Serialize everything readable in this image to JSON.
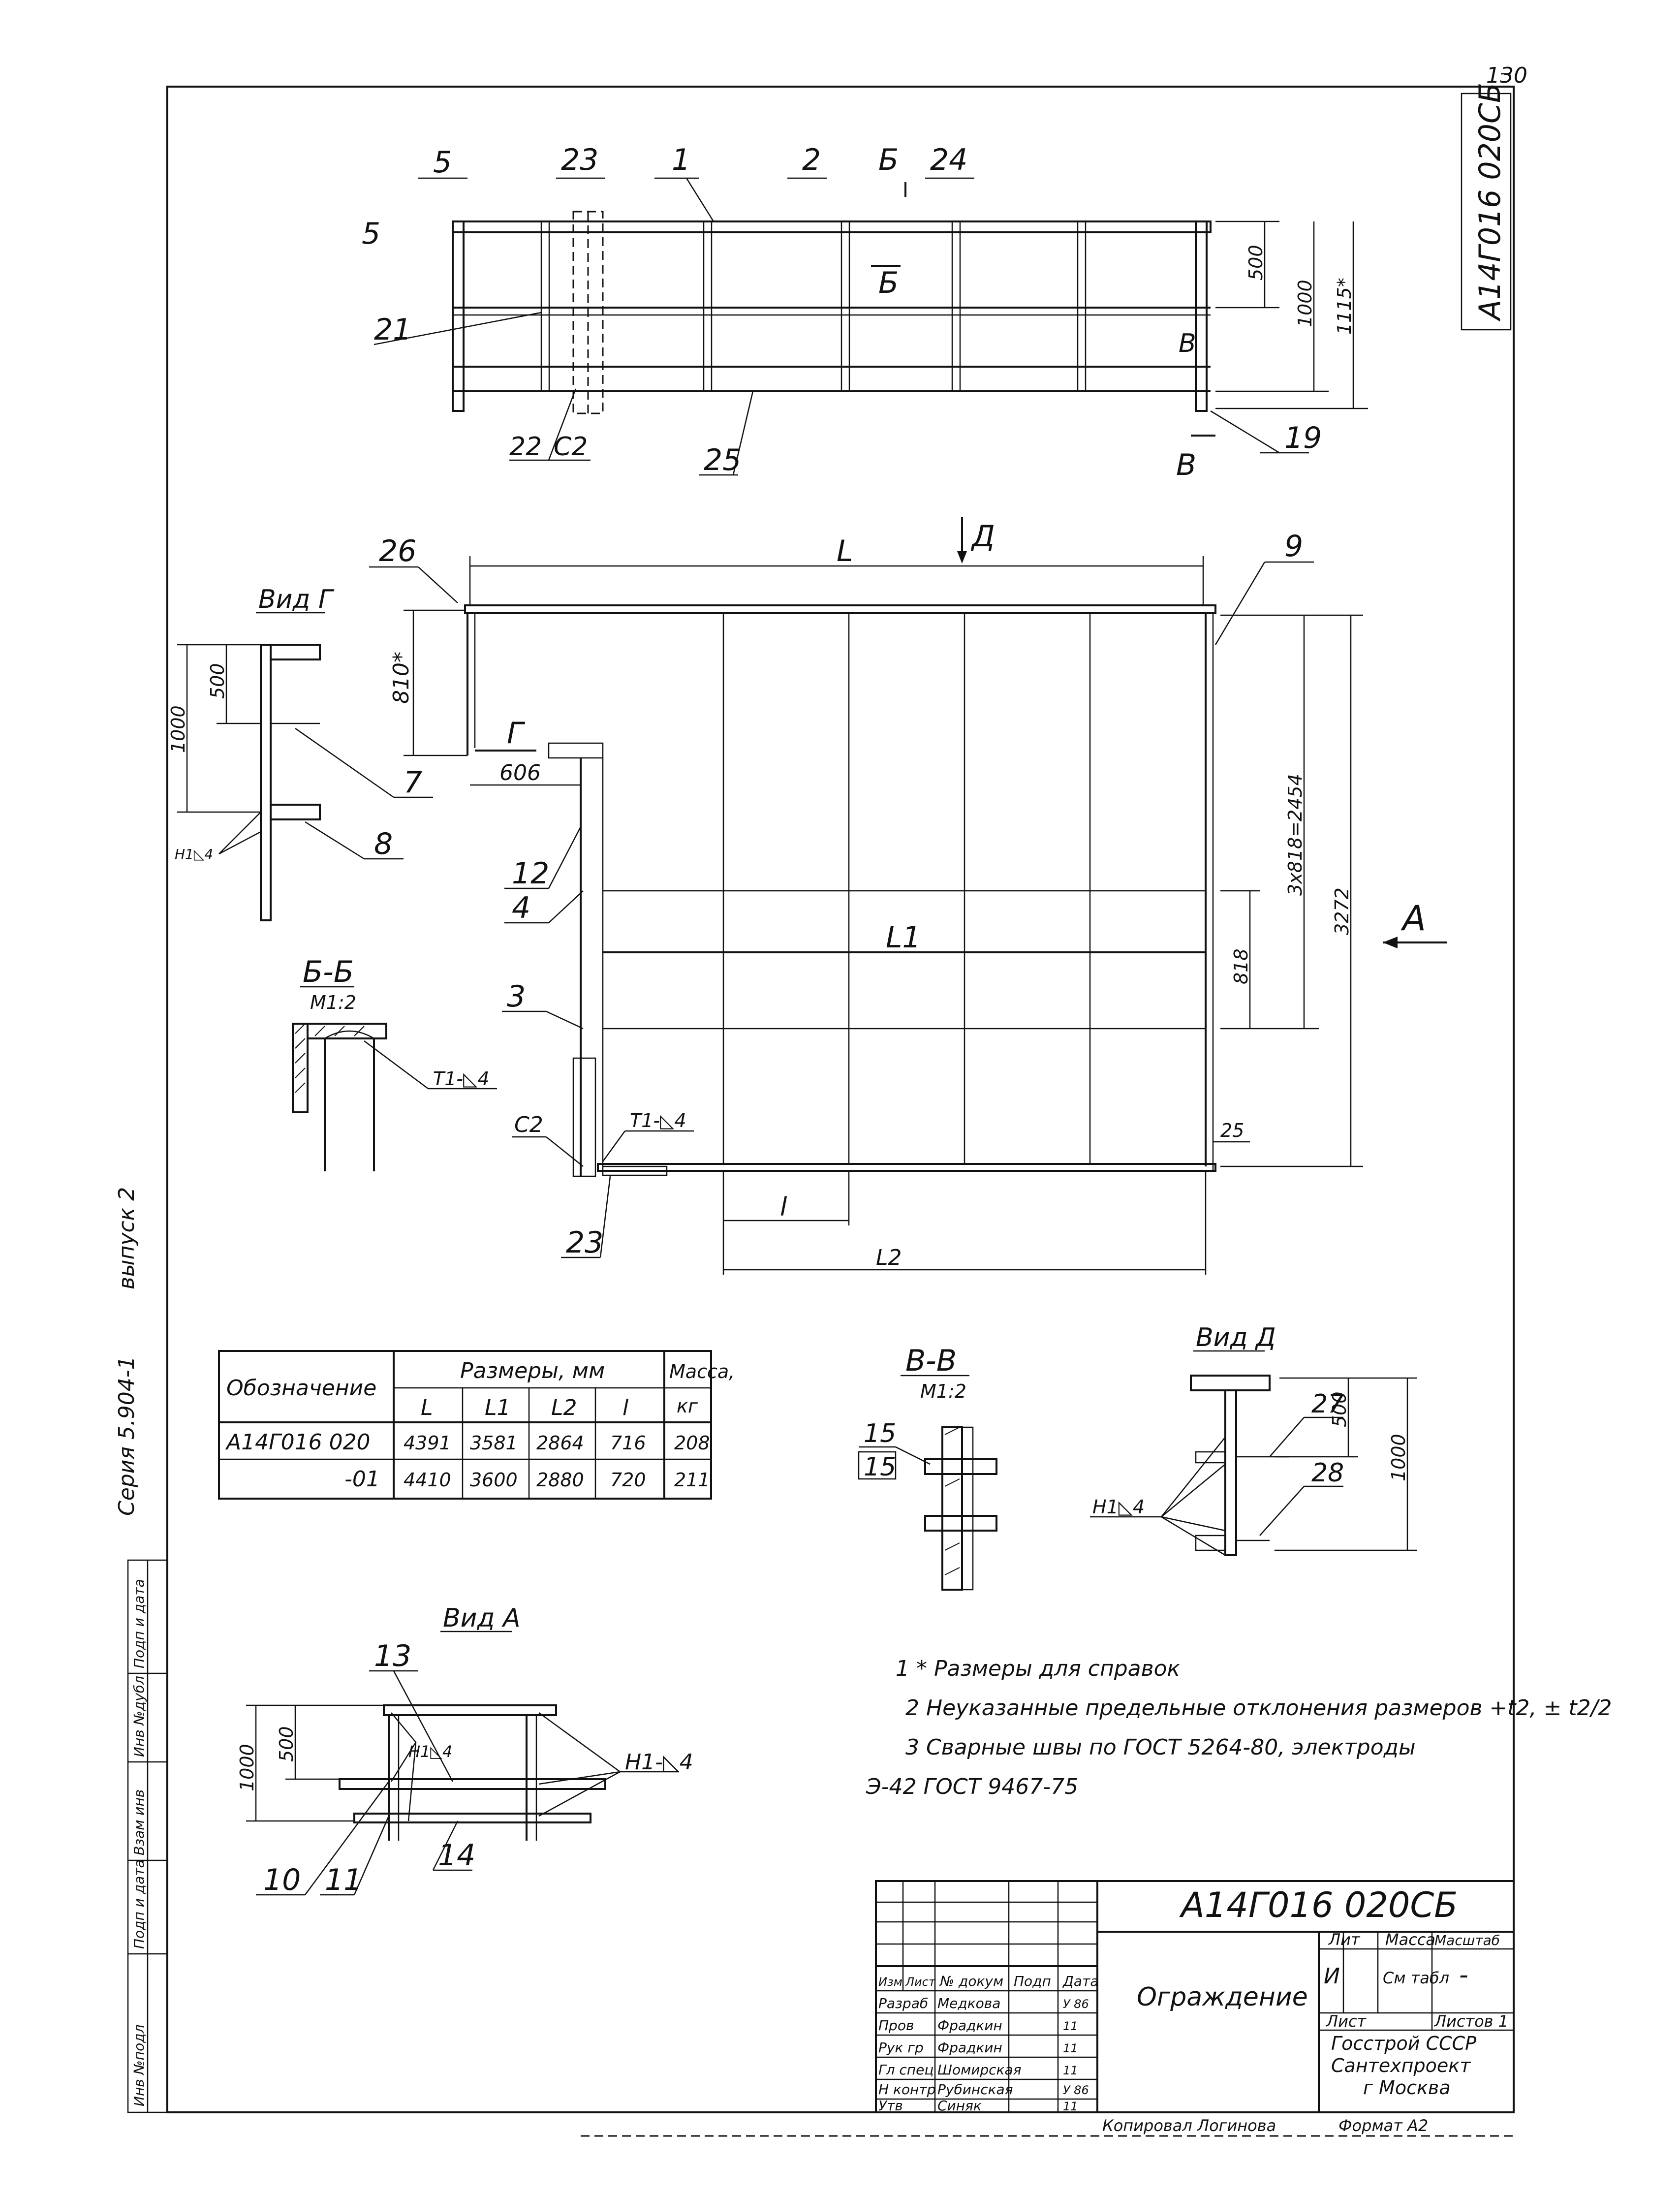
{
  "sheet_number": "130",
  "doc_code": "А14Г016 020СБ",
  "side_series": "Серия 5.904-1",
  "side_issue": "выпуск 2",
  "stamp_cols": [
    "Инв №подл",
    "Подп и дата",
    "Взам инв",
    "Инв №дубл",
    "Подп и дата"
  ],
  "front_view": {
    "callouts": [
      "5",
      "23",
      "1",
      "2",
      "Б",
      "24",
      "5",
      "21",
      "22",
      "С2",
      "25",
      "В",
      "19",
      "В"
    ],
    "section_label": "Б",
    "dims": [
      "500",
      "1000",
      "1115*"
    ]
  },
  "plan_view": {
    "callouts": [
      "26",
      "Д",
      "9",
      "12",
      "4",
      "3",
      "С2",
      "23",
      "Г"
    ],
    "dims": [
      "L",
      "810*",
      "606",
      "L1",
      "818",
      "3x818=2454",
      "3272",
      "25",
      "l",
      "L2"
    ],
    "weld_mark": "Т1-◺4",
    "arrow_label": "А"
  },
  "view_g": {
    "title": "Вид Г",
    "dims": [
      "1000",
      "500"
    ],
    "callouts": [
      "7",
      "8"
    ],
    "weld": "Н1◺4"
  },
  "section_bb": {
    "title": "Б-Б",
    "scale": "М1:2",
    "weld": "Т1-◺4"
  },
  "section_vv": {
    "title": "В-В",
    "scale": "М1:2",
    "callouts": [
      "15",
      "15"
    ]
  },
  "view_d": {
    "title": "Вид Д",
    "dims": [
      "500",
      "1000"
    ],
    "callouts": [
      "27",
      "28"
    ],
    "weld": "Н1◺4"
  },
  "view_a": {
    "title": "Вид А",
    "dims": [
      "500",
      "1000"
    ],
    "callouts": [
      "13",
      "10",
      "11",
      "14"
    ],
    "weld1": "Н1◺4",
    "weld2": "Н1-◺4"
  },
  "table": {
    "h_designation": "Обозначение",
    "h_sizes": "Размеры, мм",
    "h_mass": "Масса,",
    "h_mass_unit": "кг",
    "cols": [
      "L",
      "L1",
      "L2",
      "l"
    ],
    "rows": [
      {
        "designation": "А14Г016 020",
        "L": "4391",
        "L1": "3581",
        "L2": "2864",
        "l": "716",
        "mass": "208"
      },
      {
        "designation": "-01",
        "L": "4410",
        "L1": "3600",
        "L2": "2880",
        "l": "720",
        "mass": "211"
      }
    ]
  },
  "notes": [
    "1 * Размеры для справок",
    "2 Неуказанные предельные отклонения размеров +t2, ± t2/2",
    "3 Сварные швы по ГОСТ 5264-80, электроды",
    "Э-42 ГОСТ 9467-75"
  ],
  "title_block": {
    "code": "А14Г016 020СБ",
    "name": "Ограждение",
    "col_heads": [
      "Изм",
      "Лист",
      "№ докум",
      "Подп",
      "Дата"
    ],
    "roles": [
      {
        "role": "Разраб",
        "name": "Медкова",
        "date": "У 86"
      },
      {
        "role": "Пров",
        "name": "Фрадкин",
        "date": "11"
      },
      {
        "role": "Рук гр",
        "name": "Фрадкин",
        "date": "11"
      },
      {
        "role": "Гл спец",
        "name": "Шомирская",
        "date": "11"
      },
      {
        "role": "Н контр",
        "name": "Рубинская",
        "date": "У 86"
      },
      {
        "role": "Утв",
        "name": "Синяк",
        "date": "11"
      }
    ],
    "lit": "Лит",
    "mass": "Масса",
    "scale": "Масштаб",
    "lit_value": "И",
    "mass_value": "См табл",
    "scale_value": "-",
    "sheet": "Лист",
    "sheets": "Листов 1",
    "org1": "Госстрой СССР",
    "org2": "Сантехпроект",
    "org3": "г Москва"
  },
  "footer_copied": "Копировал Логинова",
  "footer_format": "Формат А2"
}
